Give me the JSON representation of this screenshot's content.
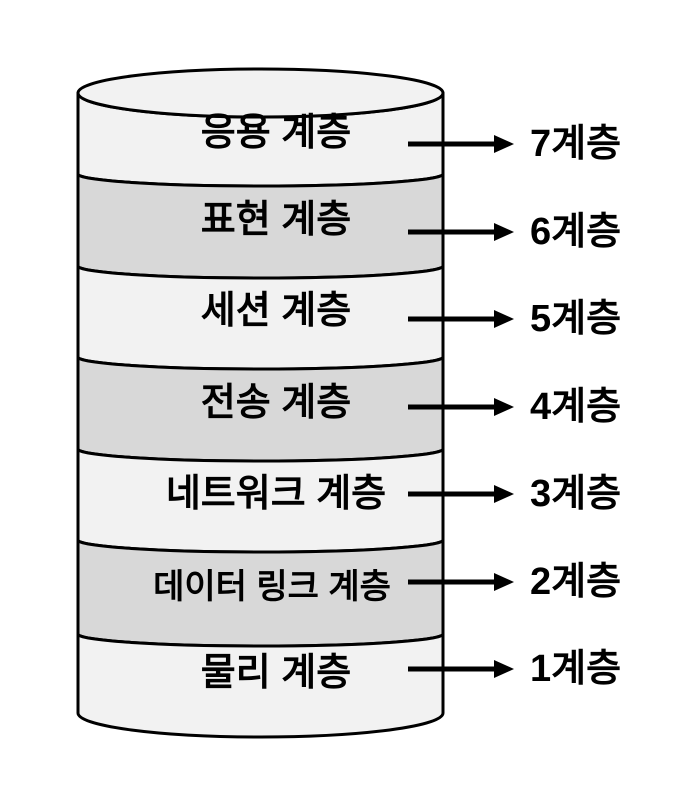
{
  "diagram": {
    "type": "cylinder-stack",
    "subject": "OSI 7 layers",
    "layers": [
      {
        "name": "응용 계층",
        "level_label": "7계층",
        "shade": "light"
      },
      {
        "name": "표현 계층",
        "level_label": "6계층",
        "shade": "dark"
      },
      {
        "name": "세션 계층",
        "level_label": "5계층",
        "shade": "light"
      },
      {
        "name": "전송 계층",
        "level_label": "4계층",
        "shade": "dark"
      },
      {
        "name": "네트워크 계층",
        "level_label": "3계층",
        "shade": "light"
      },
      {
        "name": "데이터 링크 계층",
        "level_label": "2계층",
        "shade": "dark"
      },
      {
        "name": "물리 계층",
        "level_label": "1계층",
        "shade": "light"
      }
    ],
    "colors": {
      "band_light": "#f2f2f2",
      "band_dark": "#d8d8d8",
      "outline": "#000000",
      "arrow": "#000000",
      "text": "#000000",
      "background": "#ffffff"
    }
  }
}
